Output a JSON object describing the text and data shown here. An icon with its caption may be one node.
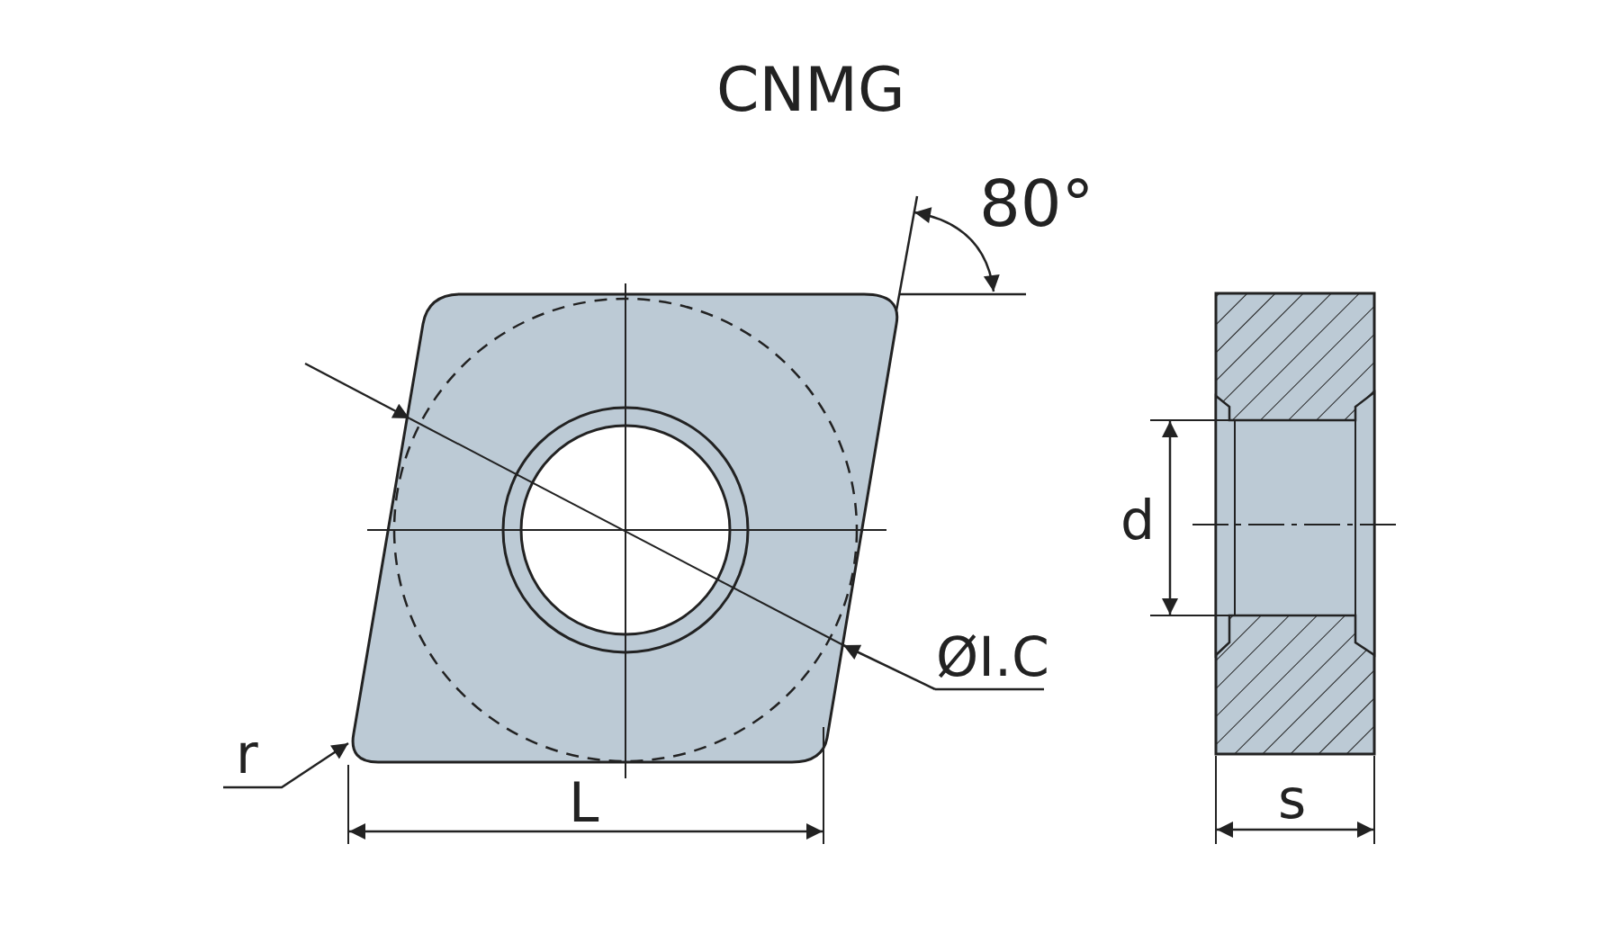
{
  "diagram": {
    "title": "CNMG",
    "labels": [
      "80°",
      "ØI.C",
      "r",
      "L",
      "d",
      "s"
    ]
  }
}
